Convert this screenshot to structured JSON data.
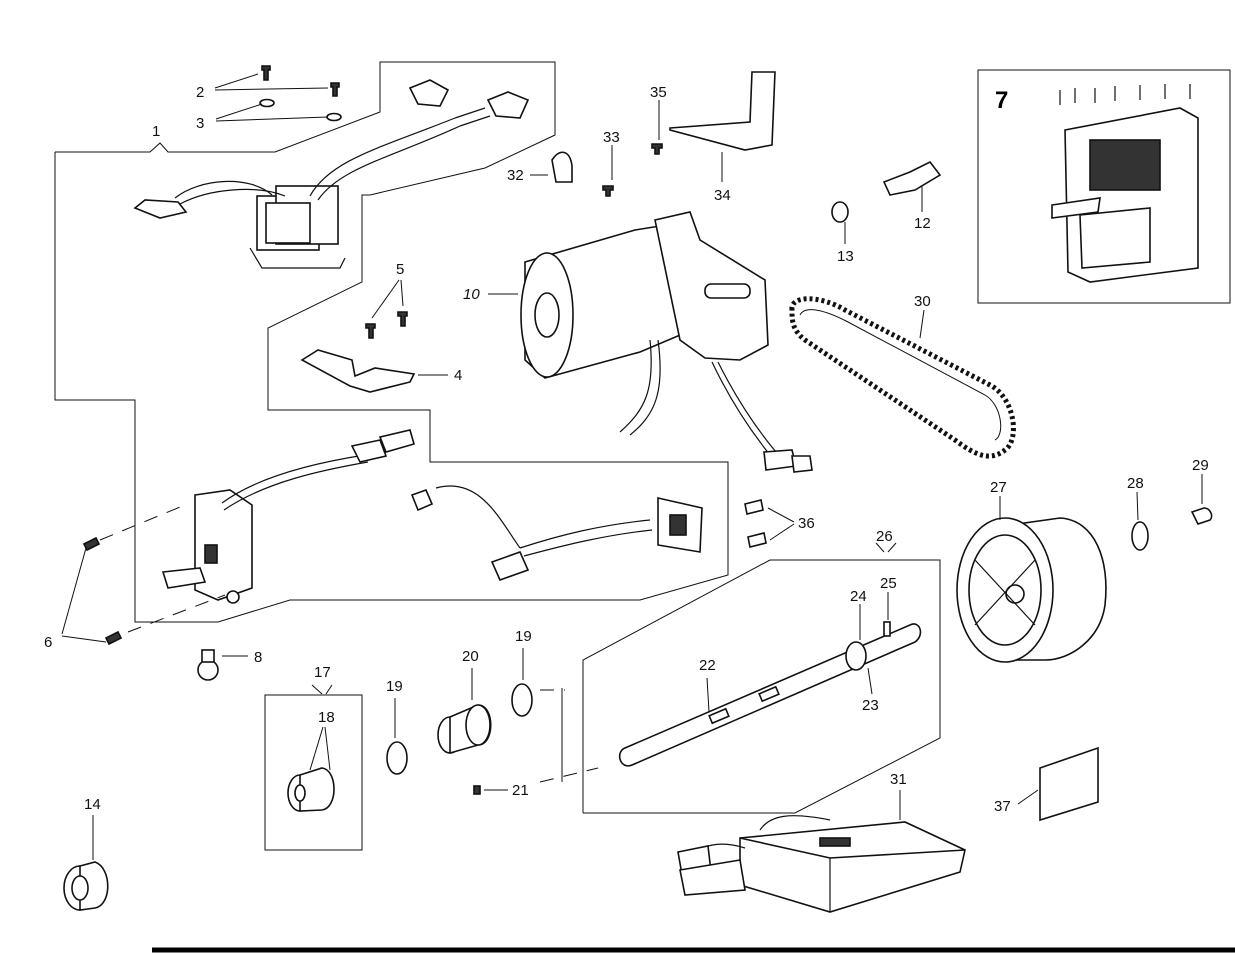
{
  "inset_label": "7",
  "callouts": [
    {
      "id": "1",
      "text": "1"
    },
    {
      "id": "2",
      "text": "2"
    },
    {
      "id": "3",
      "text": "3"
    },
    {
      "id": "4",
      "text": "4"
    },
    {
      "id": "5",
      "text": "5"
    },
    {
      "id": "6",
      "text": "6"
    },
    {
      "id": "8",
      "text": "8"
    },
    {
      "id": "10",
      "text": "10"
    },
    {
      "id": "12",
      "text": "12"
    },
    {
      "id": "13",
      "text": "13"
    },
    {
      "id": "14",
      "text": "14"
    },
    {
      "id": "17",
      "text": "17"
    },
    {
      "id": "18",
      "text": "18"
    },
    {
      "id": "19a",
      "text": "19"
    },
    {
      "id": "19b",
      "text": "19"
    },
    {
      "id": "20",
      "text": "20"
    },
    {
      "id": "21",
      "text": "21"
    },
    {
      "id": "22",
      "text": "22"
    },
    {
      "id": "23",
      "text": "23"
    },
    {
      "id": "24",
      "text": "24"
    },
    {
      "id": "25",
      "text": "25"
    },
    {
      "id": "26",
      "text": "26"
    },
    {
      "id": "27",
      "text": "27"
    },
    {
      "id": "28",
      "text": "28"
    },
    {
      "id": "29",
      "text": "29"
    },
    {
      "id": "30",
      "text": "30"
    },
    {
      "id": "31",
      "text": "31"
    },
    {
      "id": "32",
      "text": "32"
    },
    {
      "id": "33",
      "text": "33"
    },
    {
      "id": "34",
      "text": "34"
    },
    {
      "id": "35",
      "text": "35"
    },
    {
      "id": "36",
      "text": "36"
    },
    {
      "id": "37",
      "text": "37"
    }
  ]
}
